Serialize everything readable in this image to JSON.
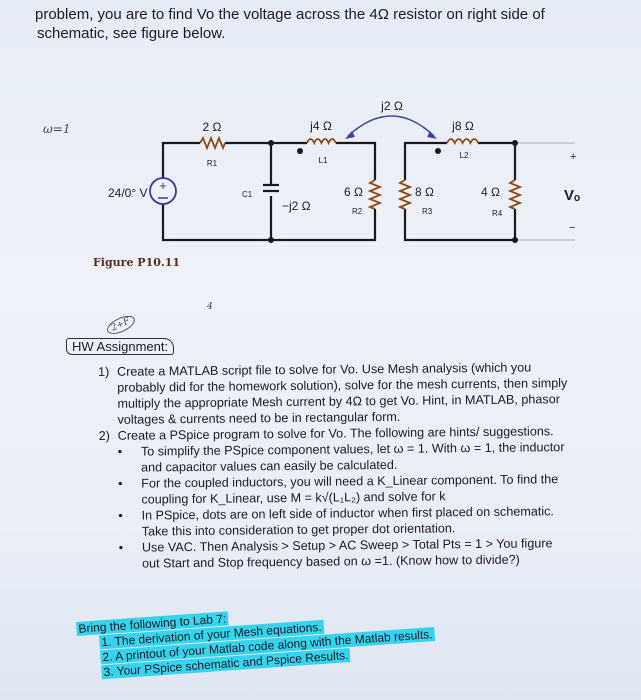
{
  "intro": {
    "line1": "problem, you are to find Vo the voltage across the 4Ω resistor on right side of",
    "line2": "schematic, see figure below."
  },
  "annotations": {
    "omega_note": "ω=1",
    "circled_note": "2+F",
    "margin_mark": "4"
  },
  "figure": {
    "caption": "Figure P10.11",
    "source_label": "24/0° V",
    "r1_value": "2 Ω",
    "r1_name": "R1",
    "l1_value": "j4 Ω",
    "l1_name": "L1",
    "mutual_value": "j2 Ω",
    "l2_value": "j8 Ω",
    "l2_name": "L2",
    "c1_name": "C1",
    "c1_value": "−j2 Ω",
    "r2_value": "6 Ω",
    "r2_name": "R2",
    "r3_value": "8 Ω",
    "r3_name": "R3",
    "r4_value": "4 Ω",
    "r4_name": "R4",
    "vo_plus": "+",
    "vo_label": "Vₒ",
    "vo_minus": "−",
    "colors": {
      "wire": "#1a1a1a",
      "resistor": "#8b4a16",
      "source": "#3a3a9a",
      "arrow": "#3a4a9a"
    }
  },
  "assignment": {
    "heading": "HW Assignment:",
    "item1": {
      "num": "1)",
      "lines": [
        "Create a MATLAB script file to solve for Vo.  Use Mesh analysis (which you",
        "probably did for the homework solution), solve for the mesh currents, then simply",
        "multiply the appropriate Mesh current by 4Ω to get Vo.  Hint, in MATLAB, phasor",
        "voltages & currents need to be in rectangular form."
      ]
    },
    "item2": {
      "num": "2)",
      "text": "Create a PSpice program to solve for Vo.  The following are hints/ suggestions.",
      "bullets": [
        [
          "To simplify the PSpice component values, let ω = 1.  With ω = 1, the inductor",
          "and capacitor values can easily be calculated."
        ],
        [
          "For the coupled inductors, you will need a K_Linear component.  To find the",
          "coupling for K_Linear, use M = k√(L₁L₂) and solve for k"
        ],
        [
          "In PSpice, dots are on left side of inductor when first placed on schematic.",
          "Take this into consideration to get proper dot orientation."
        ],
        [
          "Use VAC.  Then Analysis > Setup > AC Sweep > Total Pts = 1 > You figure",
          "out Start and Stop frequency based on ω =1.  (Know how to divide?)"
        ]
      ]
    }
  },
  "bring": {
    "heading": "Bring the following to Lab 7:",
    "items": [
      "1.  The derivation of your Mesh equations.",
      "2.  A printout of your Matlab code along with the Matlab results.",
      "3.  Your PSpice schematic and Pspice Results."
    ],
    "highlight_color": "#35d3ee"
  }
}
